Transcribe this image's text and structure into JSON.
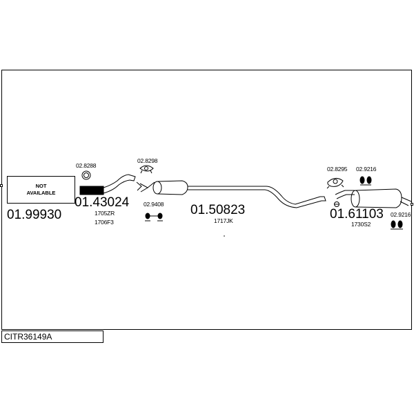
{
  "diagram_title": "CITR36149A",
  "not_available": {
    "line1": "NOT",
    "line2": "AVAILABLE"
  },
  "sections": {
    "s1": {
      "number": "01.99930"
    },
    "s2": {
      "number": "01.43024",
      "codes": [
        "1705ZR",
        "1706F3"
      ]
    },
    "s3": {
      "number": "01.50823",
      "code": "1717JK"
    },
    "s4": {
      "number": "01.61103",
      "code": "1730S2"
    }
  },
  "parts": {
    "clamp_1": "02.8288",
    "gasket_1": "02.8298",
    "hanger_1": "02.9408",
    "clamp_2": "02.8295",
    "hanger_2": "02.9216",
    "hanger_3": "02.9216"
  }
}
